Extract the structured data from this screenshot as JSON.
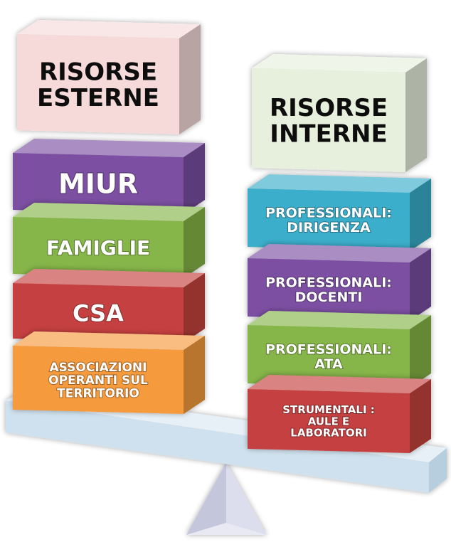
{
  "diagram": {
    "left_stack": {
      "header": [
        "RISORSE",
        "ESTERNE"
      ],
      "blocks": [
        {
          "lines": [
            "MIUR"
          ],
          "color": "#7b4fa2"
        },
        {
          "lines": [
            "FAMIGLIE"
          ],
          "color": "#86b548"
        },
        {
          "lines": [
            "CSA"
          ],
          "color": "#c5403f"
        },
        {
          "lines": [
            "ASSOCIAZIONI",
            "OPERANTI SUL",
            "TERRITORIO"
          ],
          "color": "#f59a3d"
        }
      ],
      "header_color": "#f6dada"
    },
    "right_stack": {
      "header": [
        "RISORSE",
        "INTERNE"
      ],
      "blocks": [
        {
          "lines": [
            "PROFESSIONALI:",
            "DIRIGENZA"
          ],
          "color": "#3aaecb"
        },
        {
          "lines": [
            "PROFESSIONALI:",
            "DOCENTI"
          ],
          "color": "#7b4fa2"
        },
        {
          "lines": [
            "PROFESSIONALI:",
            "ATA"
          ],
          "color": "#86b548"
        },
        {
          "lines": [
            "STRUMENTALI :",
            "AULE E",
            "LABORATORI"
          ],
          "color": "#c5403f"
        }
      ],
      "header_color": "#e6f0dc"
    },
    "balance": {
      "beam_color": "#cfe1ee",
      "fulcrum_color": "#d5d7e8"
    }
  }
}
